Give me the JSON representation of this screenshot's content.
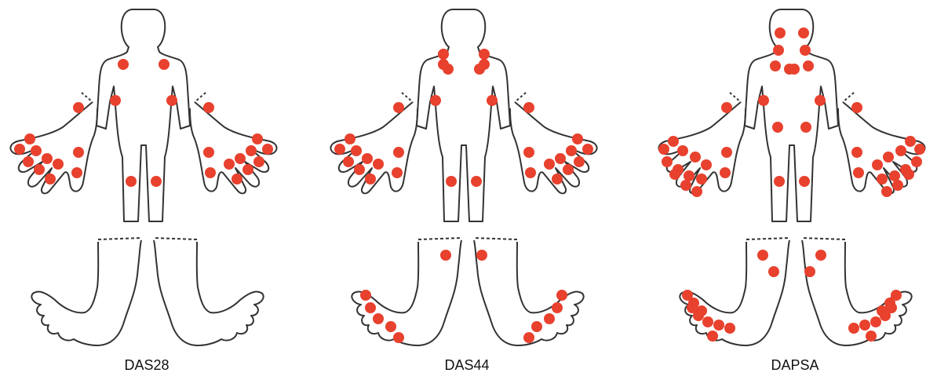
{
  "colors": {
    "outline": "#333333",
    "joint": "#e8412e",
    "background": "#ffffff"
  },
  "figures": [
    {
      "label": "DAS28",
      "joint_count": 28
    },
    {
      "label": "DAS44",
      "joint_count": 44
    },
    {
      "label": "DAPSA",
      "joint_count": 66
    }
  ]
}
